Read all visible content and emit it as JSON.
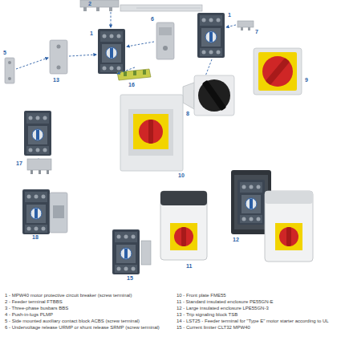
{
  "diagram": {
    "labels": [
      "2",
      "1",
      "6",
      "1",
      "7",
      "5",
      "13",
      "16",
      "8",
      "9",
      "17",
      "10",
      "18",
      "11",
      "12",
      "15",
      "1 - MPW40 motor protective circuit breaker (screw terminal)",
      "2 - Feeder terminal FTBBS",
      "3 - Three-phase busbars BBS",
      "4 - Push-in-lugs PLMP",
      "5 - Side mounted auxiliary contact block ACBS (screw terminal)",
      "6 - Undervoltage release URMP or shunt release SRMP (screw terminal)",
      "10 - Front plate FME55",
      "11 - Standard insulated enclosure PE55GN-E",
      "12 - Large insulated enclosure LPE55GN-3",
      "13 - Trip signaling block TSB",
      "14 - LST25 - Feeder terminal for \"Type E\" motor starter according to UL",
      "15 - Current limiter CLT32 MPW40"
    ]
  }
}
